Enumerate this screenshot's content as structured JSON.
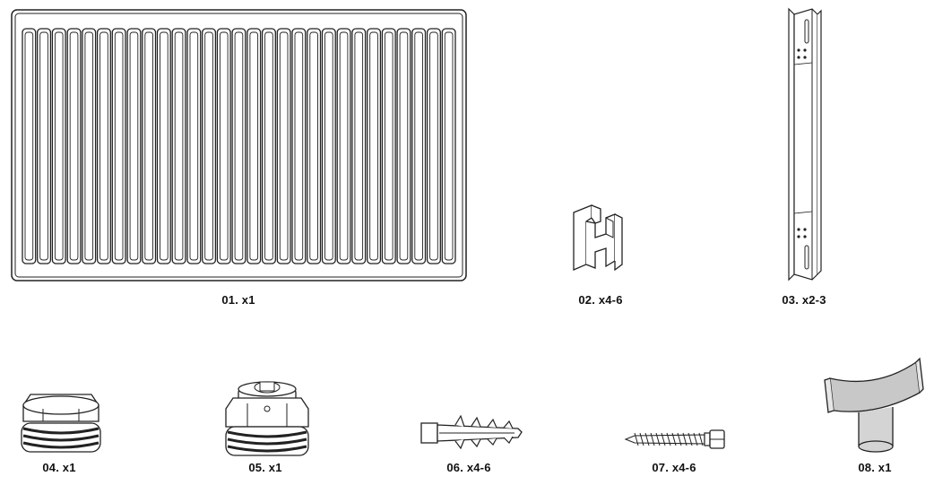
{
  "parts": [
    {
      "id": "01",
      "label": "01. x1",
      "name": "panel radiator"
    },
    {
      "id": "02",
      "label": "02. x4-6",
      "name": "spacer clip"
    },
    {
      "id": "03",
      "label": "03. x2-3",
      "name": "wall bracket"
    },
    {
      "id": "04",
      "label": "04. x1",
      "name": "blanking plug"
    },
    {
      "id": "05",
      "label": "05. x1",
      "name": "air vent plug"
    },
    {
      "id": "06",
      "label": "06. x4-6",
      "name": "wall plug"
    },
    {
      "id": "07",
      "label": "07. x4-6",
      "name": "screw"
    },
    {
      "id": "08",
      "label": "08. x1",
      "name": "bleed key"
    }
  ]
}
